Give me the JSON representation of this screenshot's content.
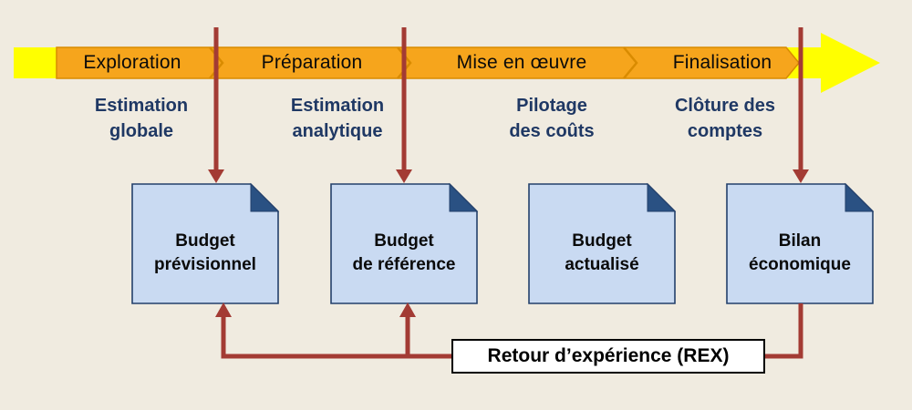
{
  "colors": {
    "bg": "#f0ebe0",
    "orange": "#f6a51c",
    "orange-edge": "#d98b00",
    "yellow": "#ffff00",
    "red": "#a33b34",
    "navy": "#1f3864",
    "doc-fill": "#c9daf2",
    "doc-border": "#23406b",
    "fold": "#2a5183",
    "rex-border": "#000000",
    "rex-bg": "#ffffff"
  },
  "timeline": {
    "phases": [
      {
        "label": "Exploration"
      },
      {
        "label": "Préparation"
      },
      {
        "label": "Mise en œuvre"
      },
      {
        "label": "Finalisation"
      }
    ]
  },
  "stage_labels": [
    {
      "line1": "Estimation",
      "line2": "globale"
    },
    {
      "line1": "Estimation",
      "line2": "analytique"
    },
    {
      "line1": "Pilotage",
      "line2": "des coûts"
    },
    {
      "line1": "Clôture des",
      "line2": "comptes"
    }
  ],
  "documents": [
    {
      "line1": "Budget",
      "line2": "prévisionnel"
    },
    {
      "line1": "Budget",
      "line2": "de référence"
    },
    {
      "line1": "Budget",
      "line2": "actualisé"
    },
    {
      "line1": "Bilan",
      "line2": "économique"
    }
  ],
  "rex": {
    "label": "Retour d’expérience (REX)"
  }
}
